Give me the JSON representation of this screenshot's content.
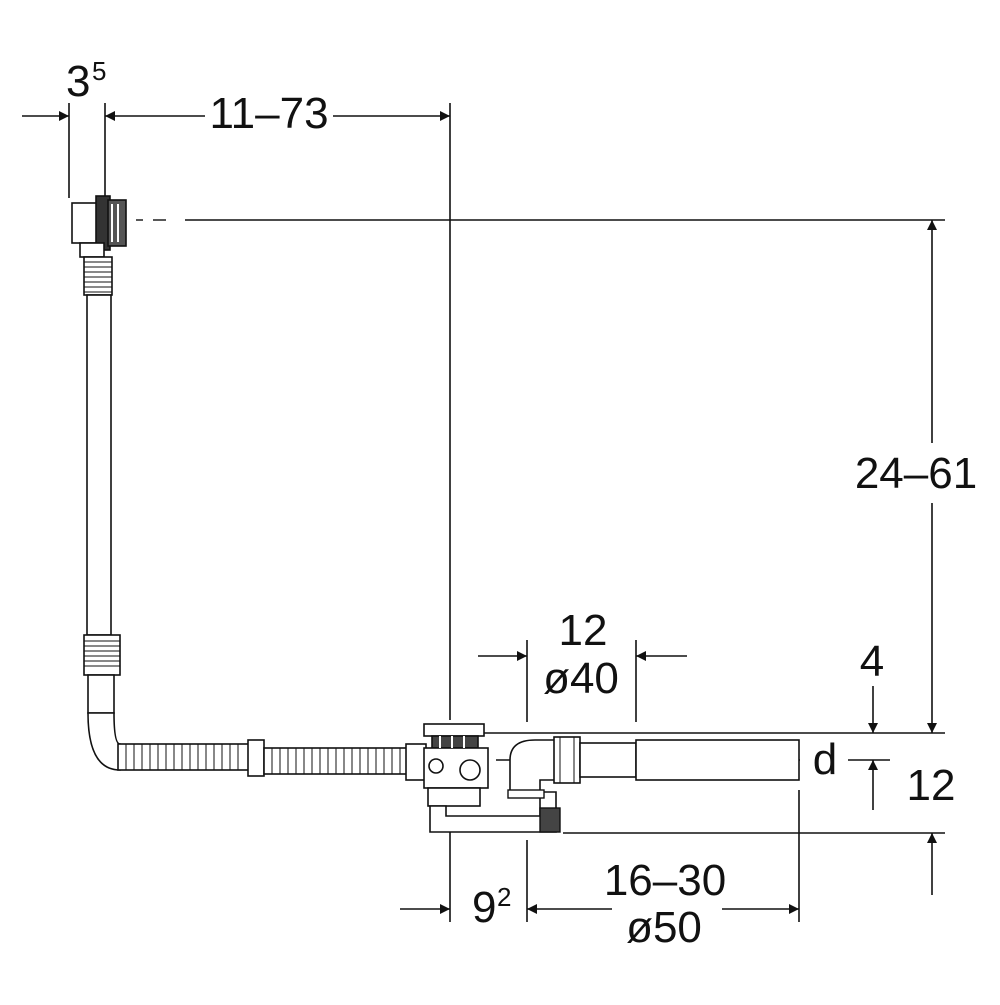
{
  "dimensions": {
    "overflow_offset": {
      "base": "3",
      "sup": "5"
    },
    "overflow_reach": "11–73",
    "vertical_height": "24–61",
    "inlet_length": "12",
    "inlet_diameter": "ø40",
    "waste_drop_top": "4",
    "waste_drop_bottom": "12",
    "pipe_label": "d",
    "waste_offset": {
      "base": "9",
      "sup": "2"
    },
    "outlet_length": "16–30",
    "outlet_diameter": "ø50"
  },
  "colors": {
    "line": "#111111",
    "background": "#ffffff"
  }
}
